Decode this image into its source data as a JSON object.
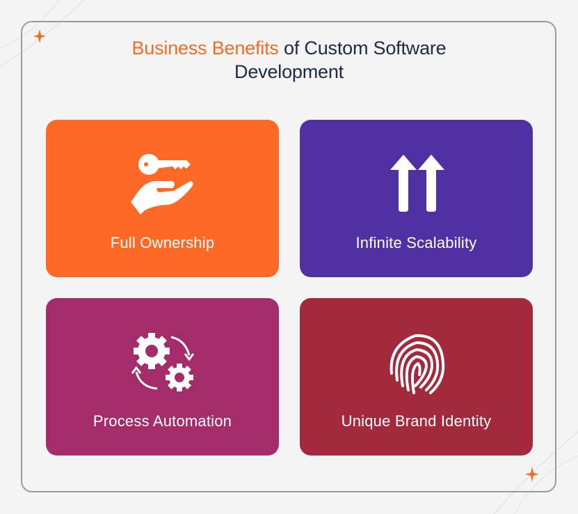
{
  "title": {
    "accent": "Business Benefits",
    "rest_line1": " of Custom Software",
    "line2": "Development"
  },
  "colors": {
    "accent": "#f46b22",
    "title_text": "#1c2a45",
    "background": "#f4f4f4"
  },
  "cards": [
    {
      "label": "Full Ownership",
      "icon": "key-in-hand-icon",
      "color": "#fe6a26"
    },
    {
      "label": "Infinite Scalability",
      "icon": "double-up-arrow-icon",
      "color": "#4f31a3"
    },
    {
      "label": "Process Automation",
      "icon": "gears-cycle-icon",
      "color": "#a42c6a"
    },
    {
      "label": "Unique Brand Identity",
      "icon": "fingerprint-icon",
      "color": "#a32a3d"
    }
  ]
}
